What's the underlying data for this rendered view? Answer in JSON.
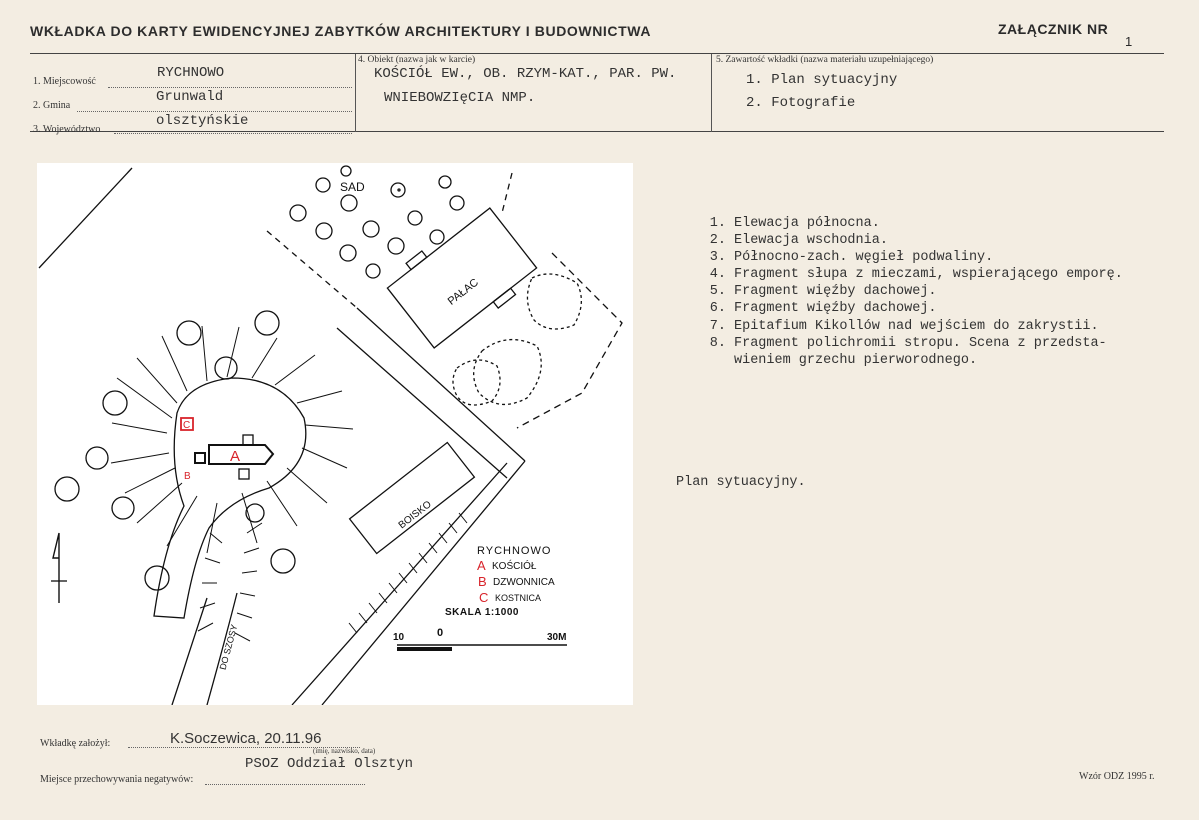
{
  "header": {
    "title": "WKŁADKA DO KARTY EWIDENCYJNEJ ZABYTKÓW ARCHITEKTURY I BUDOWNICTWA",
    "annex_label": "ZAŁĄCZNIK NR",
    "annex_number": "1"
  },
  "form": {
    "place_label": "1. Miejscowość",
    "place_value": "RYCHNOWO",
    "commune_label": "2. Gmina",
    "commune_value": "Grunwald",
    "province_label": "3. Województwo",
    "province_value": "olsztyńskie",
    "object_label": "4. Obiekt (nazwa jak w karcie)",
    "object_line1": "KOŚCIÓŁ EW., OB. RZYM-KAT., PAR. PW.",
    "object_line2": "WNIEBOWZIęCIA NMP.",
    "contents_label": "5. Zawartość wkładki (nazwa materiału uzupełniającego)",
    "contents_items": [
      "1. Plan sytuacyjny",
      "2. Fotografie"
    ]
  },
  "map": {
    "labels": {
      "orchard": "SAD",
      "palace": "PAŁAC",
      "field": "BOISKO",
      "road": "DO SZOSY",
      "church_mark": "A",
      "belfry_mark": "B",
      "ossuary_mark": "C"
    },
    "legend": {
      "title": "RYCHNOWO",
      "items": [
        {
          "key": "A",
          "label": "KOŚCIÓŁ"
        },
        {
          "key": "B",
          "label": "DZWONNICA"
        },
        {
          "key": "C",
          "label": "KOSTNICA"
        }
      ],
      "scale": "SKALA 1:1000",
      "scale_left": "10",
      "scale_zero": "0",
      "scale_right": "30M"
    },
    "colors": {
      "ink": "#111111",
      "accent": "#d8242b"
    }
  },
  "photo_list": [
    {
      "n": "1.",
      "text": "Elewacja północna."
    },
    {
      "n": "2.",
      "text": "Elewacja wschodnia."
    },
    {
      "n": "3.",
      "text": "Północno-zach. węgieł podwaliny."
    },
    {
      "n": "4.",
      "text": "Fragment słupa z mieczami, wspierającego emporę."
    },
    {
      "n": "5.",
      "text": "Fragment więźby dachowej."
    },
    {
      "n": "6.",
      "text": "Fragment więźby dachowej."
    },
    {
      "n": "7.",
      "text": "Epitafium Kikollów nad wejściem do zakrystii."
    },
    {
      "n": "8.",
      "text": "Fragment polichromii stropu. Scena z przedsta-"
    },
    {
      "n": "",
      "text": "wieniem grzechu pierworodnego."
    }
  ],
  "caption": "Plan sytuacyjny.",
  "footer": {
    "founded_label": "Wkładkę założył:",
    "founded_value": "K.Soczewica, 20.11.96",
    "founded_hint": "(imię, nazwisko, data)",
    "storage_label": "Miejsce przechowywania negatywów:",
    "storage_value": "PSOZ Oddział Olsztyn",
    "template": "Wzór ODZ 1995 r."
  }
}
